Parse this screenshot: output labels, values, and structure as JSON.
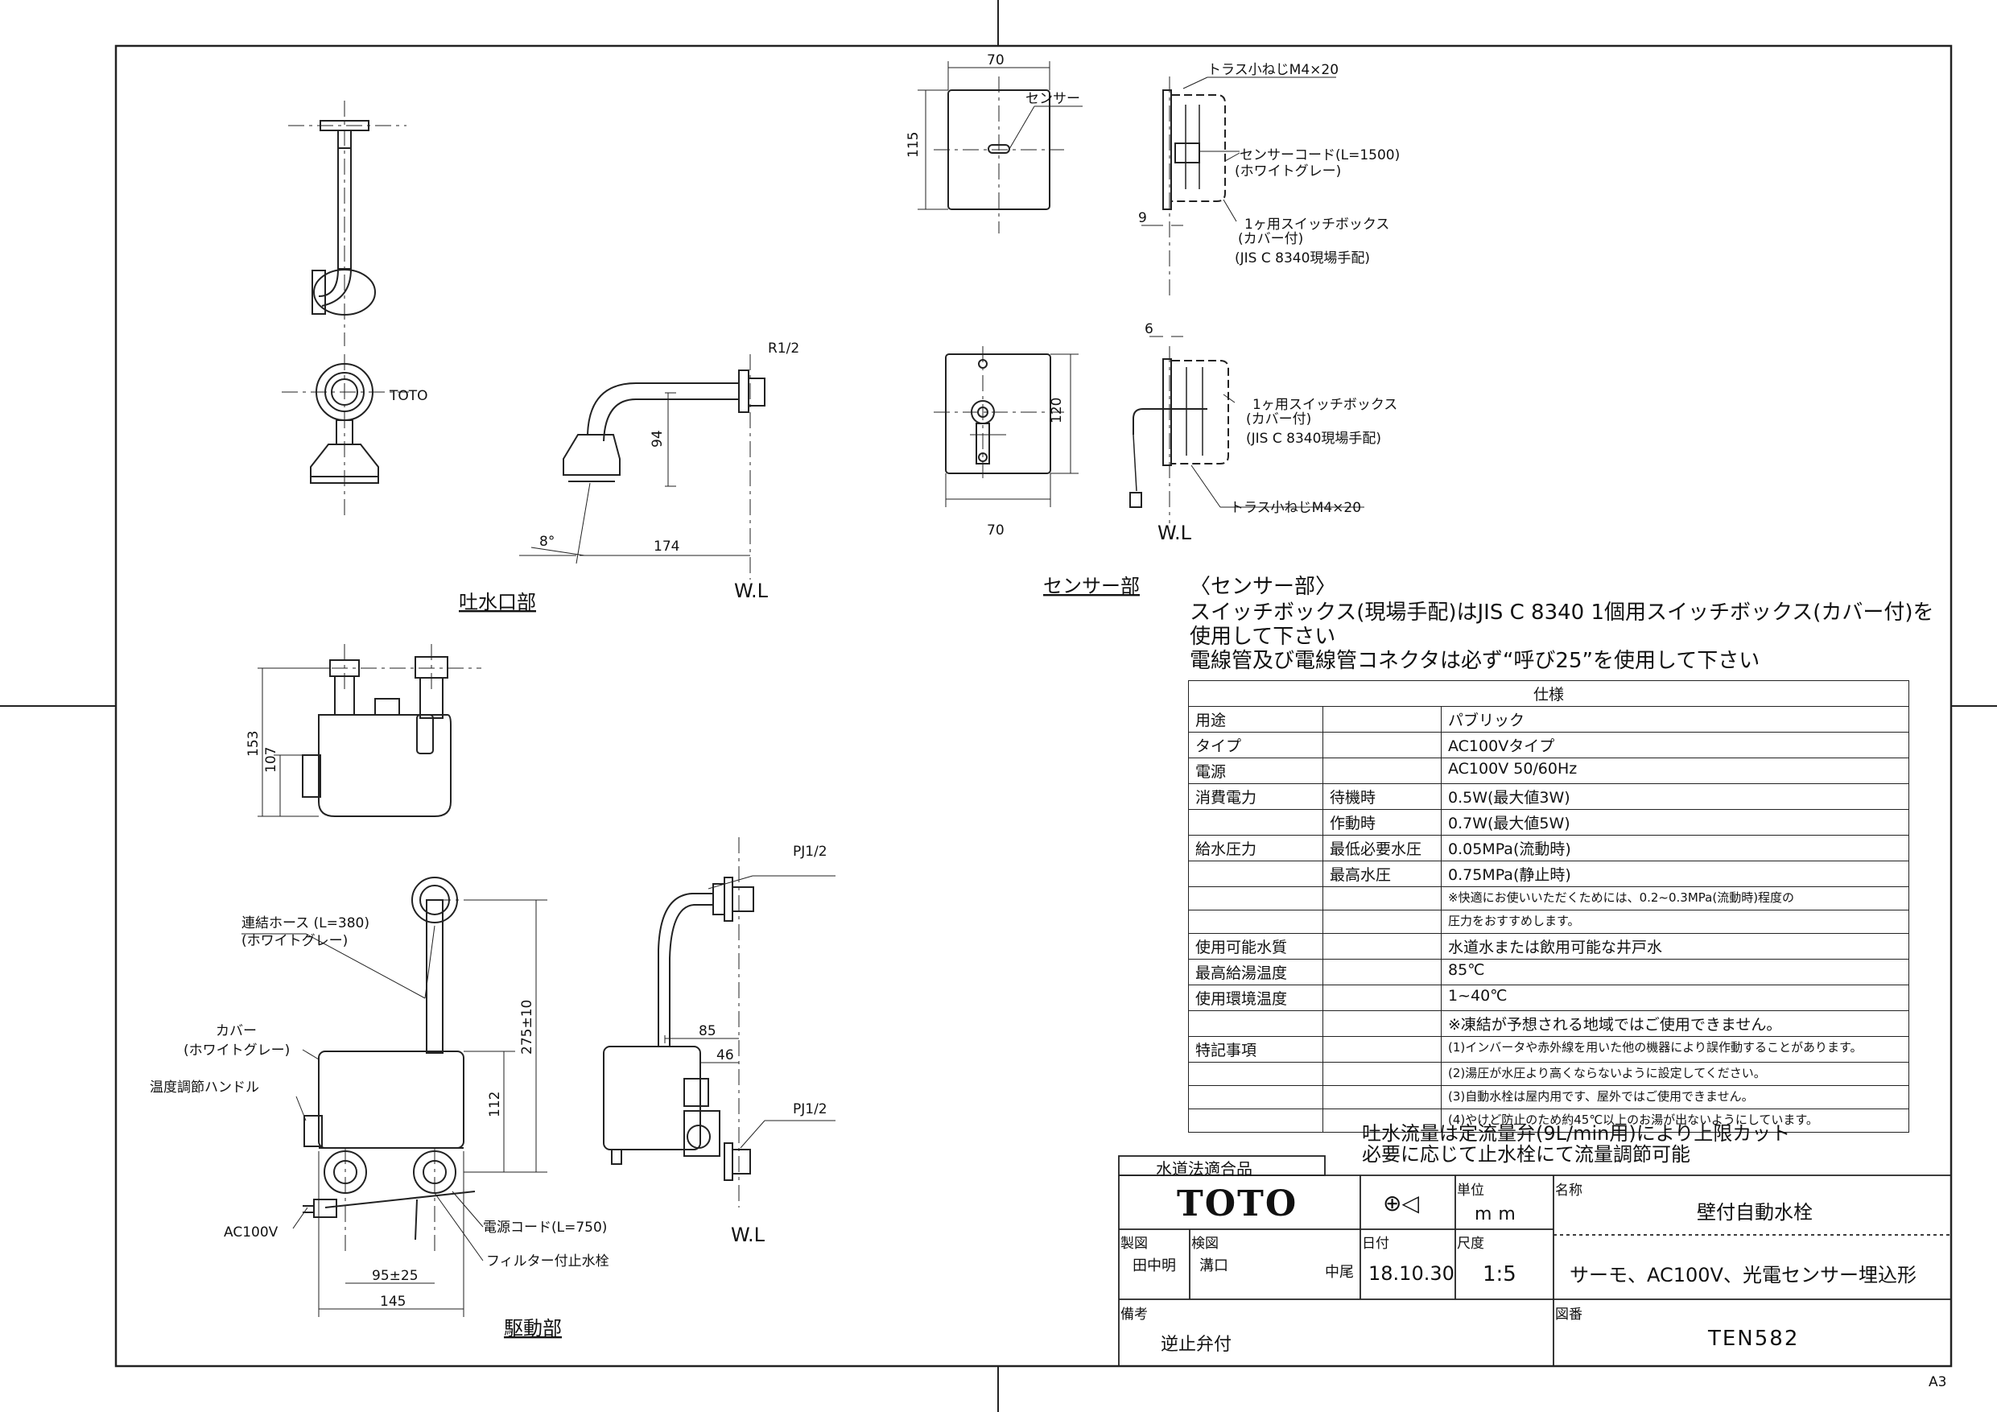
{
  "views": {
    "spout_label": "吐水口部",
    "sensor_label": "センサー部",
    "drive_label": "駆動部",
    "wl": "W.L",
    "sheet_size": "A3"
  },
  "callouts": {
    "toto_mark": "TOTO",
    "r12": "R1/2",
    "pj12_top": "PJ1/2",
    "pj12_bottom": "PJ1/2",
    "sensor": "センサー",
    "truss_screw_top": "トラス小ねじM4×20",
    "sensor_cord": "センサーコード(L=1500)",
    "sensor_cord_color": "(ホワイトグレー)",
    "switch_box_top": "1ヶ用スイッチボックス",
    "switch_box_top_cover": "(カバー付)",
    "switch_box_top_jis": "(JIS C 8340現場手配)",
    "switch_box_bottom": "1ヶ用スイッチボックス",
    "switch_box_bottom_cover": "(カバー付)",
    "switch_box_bottom_jis": "(JIS C 8340現場手配)",
    "truss_screw_bottom": "トラス小ねじM4×20",
    "hose": "連結ホース (L=380)",
    "hose_color": "(ホワイトグレー)",
    "cover": "カバー",
    "cover_color": "(ホワイトグレー)",
    "temp_handle": "温度調節ハンドル",
    "ac100v": "AC100V",
    "power_cord": "電源コード(L=750)",
    "filter_valve": "フィルター付止水栓"
  },
  "dimensions": {
    "d70_top": "70",
    "d115": "115",
    "d9": "9",
    "d6": "6",
    "d120": "120",
    "d70_bottom": "70",
    "d94": "94",
    "d174": "174",
    "d8deg": "8°",
    "d153": "153",
    "d107": "107",
    "d275": "275±10",
    "d112": "112",
    "d85": "85",
    "d46": "46",
    "d95": "95±25",
    "d145": "145"
  },
  "sensor_notes": [
    "〈センサー部〉",
    "スイッチボックス(現場手配)はJIS C 8340 1個用スイッチボックス(カバー付)を",
    "使用して下さい",
    "電線管及び電線管コネクタは必ず“呼び25”を使用して下さい"
  ],
  "spec": {
    "title": "仕様",
    "rows": [
      {
        "label": "用途",
        "sub": "",
        "value": "パブリック"
      },
      {
        "label": "タイプ",
        "sub": "",
        "value": "AC100Vタイプ"
      },
      {
        "label": "電源",
        "sub": "",
        "value": "AC100V 50/60Hz"
      },
      {
        "label": "消費電力",
        "sub": "待機時",
        "value": "0.5W(最大値3W)"
      },
      {
        "label": "",
        "sub": "作動時",
        "value": "0.7W(最大値5W)"
      },
      {
        "label": "給水圧力",
        "sub": "最低必要水圧",
        "value": "0.05MPa(流動時)"
      },
      {
        "label": "",
        "sub": "最高水圧",
        "value": "0.75MPa(静止時)"
      },
      {
        "label": "",
        "sub": "",
        "value": "※快適にお使いいただくためには、0.2~0.3MPa(流動時)程度の",
        "small": true
      },
      {
        "label": "",
        "sub": "",
        "value": "圧力をおすすめします。",
        "small": true
      },
      {
        "label": "使用可能水質",
        "sub": "",
        "value": "水道水または飲用可能な井戸水"
      },
      {
        "label": "最高給湯温度",
        "sub": "",
        "value": "85℃"
      },
      {
        "label": "使用環境温度",
        "sub": "",
        "value": "1~40℃"
      },
      {
        "label": "",
        "sub": "",
        "value": "※凍結が予想される地域ではご使用できません。"
      },
      {
        "label": "特記事項",
        "sub": "",
        "value": "(1)インバータや赤外線を用いた他の機器により誤作動することがあります。",
        "small": true
      },
      {
        "label": "",
        "sub": "",
        "value": "(2)湯圧が水圧より高くならないように設定してください。",
        "small": true
      },
      {
        "label": "",
        "sub": "",
        "value": "(3)自動水栓は屋内用です、屋外ではご使用できません。",
        "small": true
      },
      {
        "label": "",
        "sub": "",
        "value": "(4)やけど防止のため約45℃以上のお湯が出ないようにしています。",
        "small": true
      }
    ]
  },
  "flow_notes": [
    "吐水流量は定流量弁(9L/min用)により上限カット",
    "必要に応じて止水栓にて流量調節可能"
  ],
  "title_block": {
    "compliance": "水道法適合品",
    "brand": "TOTO",
    "unit_label": "単位",
    "unit_value": "mm",
    "name_label": "名称",
    "name_value": "壁付自動水栓",
    "drawn_label": "製図",
    "drawn_value": "田中明",
    "checked_label": "検図",
    "checked_value": "溝口",
    "approved_value": "中尾",
    "date_label": "日付",
    "date_value": "18.10.30",
    "scale_label": "尺度",
    "scale_value": "1:5",
    "description": "サーモ、AC100V、光電センサー埋込形",
    "remarks_label": "備考",
    "remarks_value": "逆止弁付",
    "drawing_no_label": "図番",
    "drawing_no": "TEN582"
  }
}
